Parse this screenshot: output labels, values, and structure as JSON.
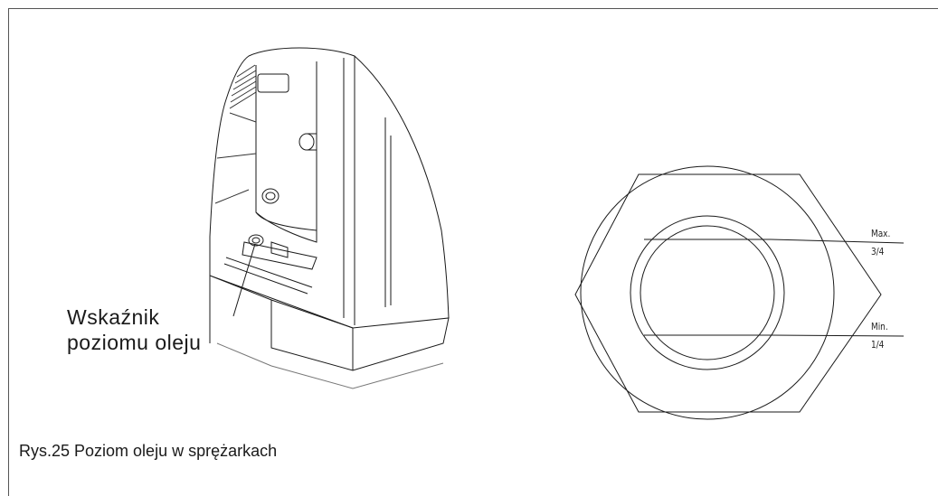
{
  "figure": {
    "pointer_label_line1": "Wskaźnik",
    "pointer_label_line2": "poziomu oleju",
    "caption": "Rys.25 Poziom oleju w sprężarkach"
  },
  "sight_glass": {
    "max_label": "Max.",
    "max_fraction": "3/4",
    "min_label": "Min.",
    "min_fraction": "1/4"
  }
}
